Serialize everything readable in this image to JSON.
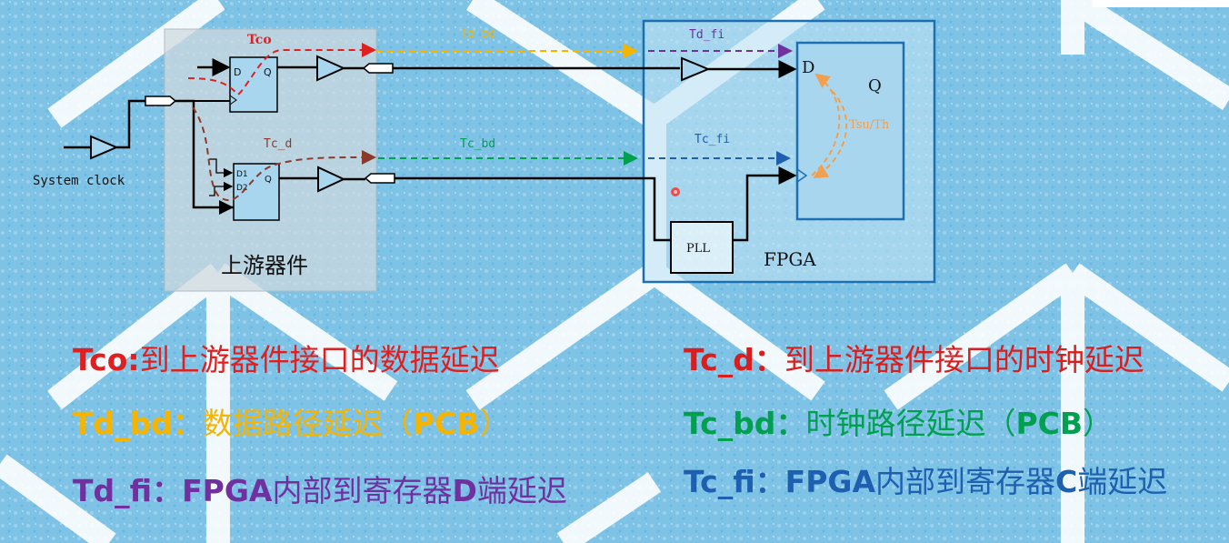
{
  "diagram": {
    "upstream_label": "上游器件",
    "fpga_label": "FPGA",
    "pll_label": "PLL",
    "system_clock_label": "System clock",
    "ff_top": {
      "d": "D",
      "q": "Q"
    },
    "ff_bottom": {
      "d1": "D1",
      "d2": "D2",
      "q": "Q"
    },
    "fpga_reg": {
      "d": "D",
      "q": "Q"
    },
    "delays": {
      "tco": "Tco",
      "td_bd": "Td_bd",
      "td_fi": "Td_fi",
      "tc_d": "Tc_d",
      "tc_bd": "Tc_bd",
      "tc_fi": "Tc_fi",
      "tsu_th": "Tsu/Th"
    },
    "colors": {
      "tco": "#e02020",
      "td_bd": "#f5b400",
      "td_fi": "#7030a0",
      "tc_d": "#8b3a2a",
      "tc_bd": "#00a050",
      "tc_fi": "#1f5fb0",
      "tsu_th": "#f0a050",
      "fpga_border": "#1c6fb0"
    }
  },
  "legend": [
    {
      "key": "Tco",
      "sep": ":",
      "desc": "到上游器件接口的数据延迟",
      "color": "#e02020"
    },
    {
      "key": "Td_bd",
      "sep": "：",
      "desc": "数据路径延迟（",
      "suffix_bold": "PCB",
      "tail": "）",
      "color": "#f5b400"
    },
    {
      "key": "Td_fi",
      "sep": "：",
      "desc_bold1": "FPGA",
      "desc": "内部到寄存器",
      "desc_bold2": "D",
      "tail": "端延迟",
      "color": "#7030a0"
    },
    {
      "key": "Tc_d",
      "sep": "：",
      "desc": "到上游器件接口的时钟延迟",
      "color": "#d81e1e"
    },
    {
      "key": "Tc_bd",
      "sep": "：",
      "desc": "时钟路径延迟（",
      "suffix_bold": "PCB",
      "tail": "）",
      "color": "#00a050"
    },
    {
      "key": "Tc_fi",
      "sep": "：",
      "desc_bold1": "FPGA",
      "desc": "内部到寄存器",
      "desc_bold2": "C",
      "tail": "端延迟",
      "color": "#1f5fb0"
    }
  ]
}
